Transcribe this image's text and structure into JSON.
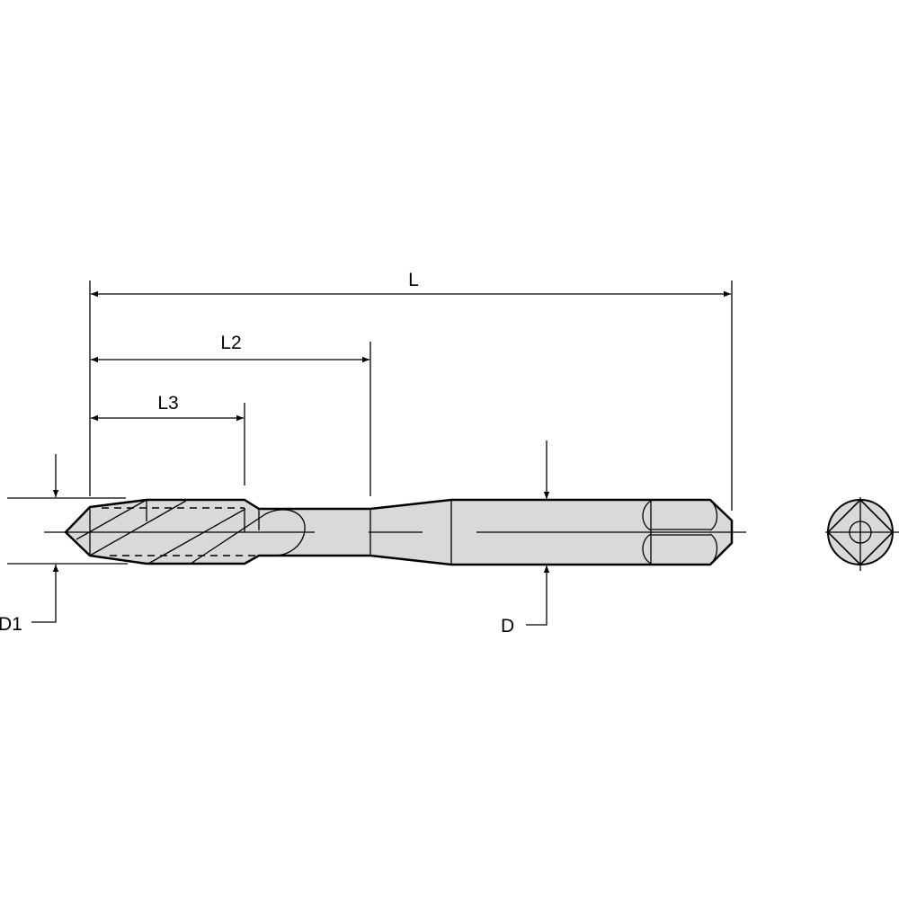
{
  "diagram": {
    "dimensions": {
      "overall_length": "L",
      "thread_to_neck_length": "L2",
      "thread_length": "L3",
      "thread_diameter": "D1",
      "shank_diameter": "D"
    },
    "colors": {
      "fill": "#d9d9d9",
      "line": "#000000",
      "background": "#ffffff"
    }
  }
}
